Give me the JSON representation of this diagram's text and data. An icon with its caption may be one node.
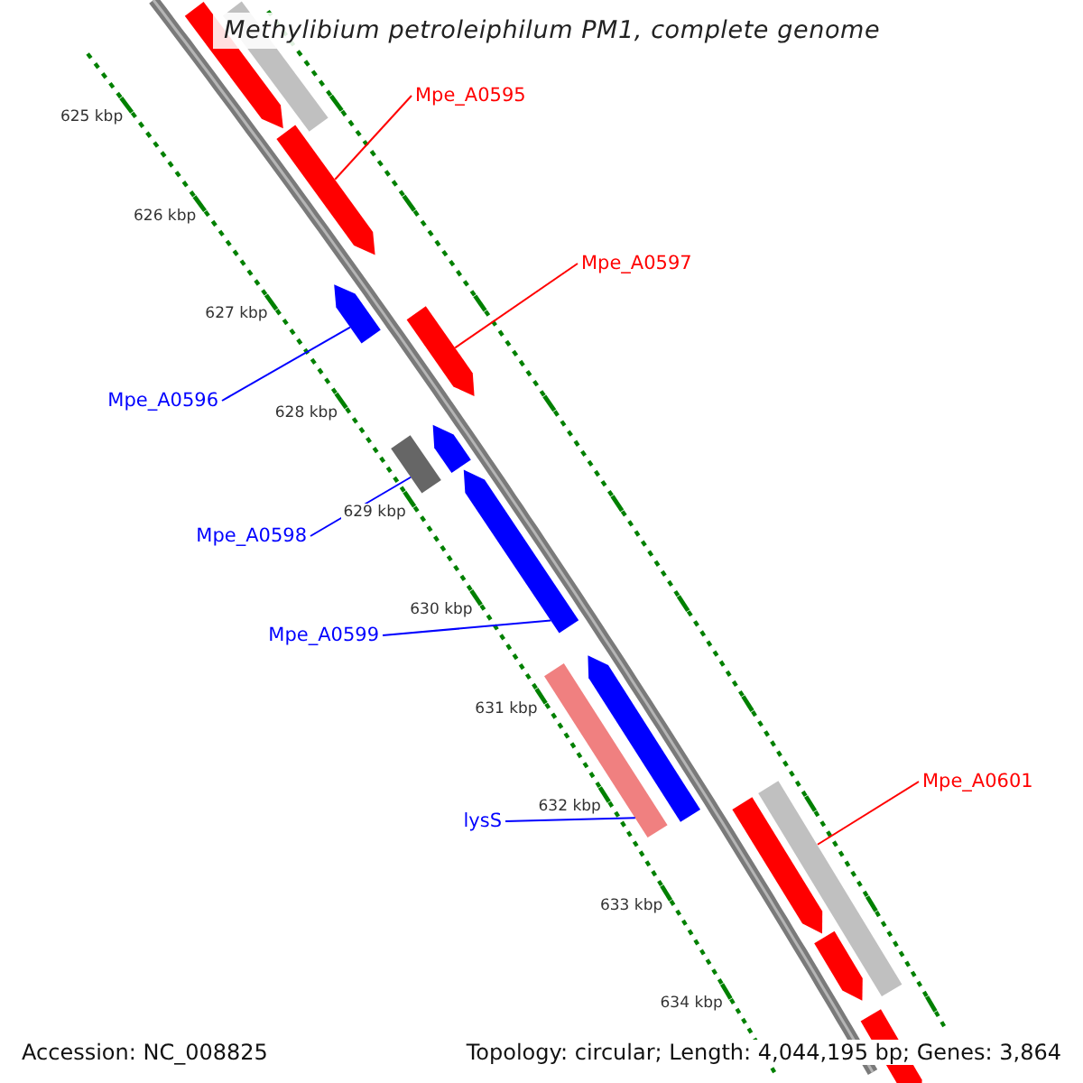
{
  "diagram": {
    "title": "Methylibium petroleiphilum PM1, complete genome",
    "nodes": [
      {
        "text": [
          "Mpe_A0595"
        ]
      },
      {
        "text": [
          "Mpe_A0597"
        ]
      },
      {
        "text": [
          "Mpe_A0596"
        ]
      },
      {
        "text": [
          "Mpe_A0598"
        ]
      },
      {
        "text": [
          "Mpe_A0599"
        ]
      },
      {
        "text": [
          "lysS"
        ]
      },
      {
        "text": [
          "Mpe_A0601"
        ]
      },
      {
        "text": [],
        "shape": "bar"
      },
      {
        "text": [],
        "shape": "bar"
      },
      {
        "text": [],
        "shape": "bar"
      },
      {
        "text": [],
        "shape": "bar"
      },
      {
        "text": [],
        "shape": "bar"
      },
      {
        "text": [],
        "shape": "bar"
      },
      {
        "text": [],
        "shape": "bar"
      },
      {
        "text": [],
        "shape": "bar"
      },
      {
        "text": [],
        "shape": "bar"
      },
      {
        "text": [],
        "shape": "bar"
      },
      {
        "text": [],
        "shape": "bar"
      },
      {
        "text": [],
        "shape": "bar"
      },
      {
        "text": [],
        "shape": "bar"
      },
      {
        "text": [],
        "shape": "bar"
      }
    ],
    "edges": [
      {
        "from": 0,
        "to": 9,
        "arrow": "none",
        "color": "#ff0000"
      },
      {
        "from": 1,
        "to": 11,
        "arrow": "none",
        "color": "#ff0000"
      },
      {
        "from": 2,
        "to": 10,
        "arrow": "none"
      },
      {
        "from": 3,
        "to": 12,
        "arrow": "none"
      },
      {
        "from": 4,
        "to": 14,
        "arrow": "none"
      },
      {
        "from": 5,
        "to": 15,
        "arrow": "none"
      },
      {
        "from": 6,
        "to": 17,
        "arrow": "none",
        "color": "#ff0000"
      }
    ],
    "labels": [
      "625 kbp",
      "626 kbp",
      "627 kbp",
      "628 kbp",
      "629 kbp",
      "630 kbp",
      "631 kbp",
      "632 kbp",
      "633 kbp",
      "634 kbp",
      "Accession: NC_008825",
      "Topology: circular; Length: 4,044,195 bp; Genes: 3,864"
    ]
  }
}
